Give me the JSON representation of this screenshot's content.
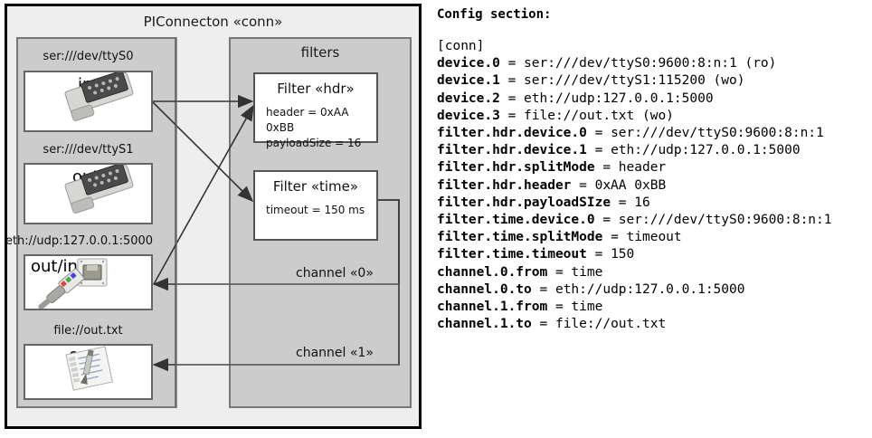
{
  "diagram": {
    "title": "PIConnecton «conn»",
    "devices_panel": {
      "devices": [
        {
          "label": "ser:///dev/ttyS0",
          "direction": "in",
          "icon": "serial-port-icon"
        },
        {
          "label": "ser:///dev/ttyS1",
          "direction": "out",
          "icon": "serial-port-icon"
        },
        {
          "label": "eth://udp:127.0.0.1:5000",
          "direction": "out/in",
          "icon": "ethernet-jack-icon"
        },
        {
          "label": "file://out.txt",
          "direction": "out",
          "icon": "text-file-icon"
        }
      ]
    },
    "filters_panel": {
      "title": "filters",
      "filters": [
        {
          "title": "Filter «hdr»",
          "props": [
            "header = 0xAA 0xBB",
            "payloadSize = 16"
          ]
        },
        {
          "title": "Filter «time»",
          "props": [
            "timeout = 150 ms"
          ]
        }
      ],
      "channels": [
        {
          "label": "channel «0»"
        },
        {
          "label": "channel «1»"
        }
      ]
    },
    "colors": {
      "outer_fill": "#eeeeee",
      "panel_fill": "#cccccc",
      "box_fill": "#ffffff",
      "line": "#333333",
      "outer_border": "#000000"
    }
  },
  "config": {
    "heading": "Config section:",
    "lines": [
      "[conn]",
      "device.0 = ser:///dev/ttyS0:9600:8:n:1 (ro)",
      "device.1 = ser:///dev/ttyS1:115200 (wo)",
      "device.2 = eth://udp:127.0.0.1:5000",
      "device.3 = file://out.txt (wo)",
      "filter.hdr.device.0 = ser:///dev/ttyS0:9600:8:n:1",
      "filter.hdr.device.1 = eth://udp:127.0.0.1:5000",
      "filter.hdr.splitMode = header",
      "filter.hdr.header = 0xAA 0xBB",
      "filter.hdr.payloadSIze = 16",
      "filter.time.device.0 = ser:///dev/ttyS0:9600:8:n:1",
      "filter.time.splitMode = timeout",
      "filter.time.timeout = 150",
      "channel.0.from = time",
      "channel.0.to = eth://udp:127.0.0.1:5000",
      "channel.1.from = time",
      "channel.1.to = file://out.txt"
    ]
  }
}
